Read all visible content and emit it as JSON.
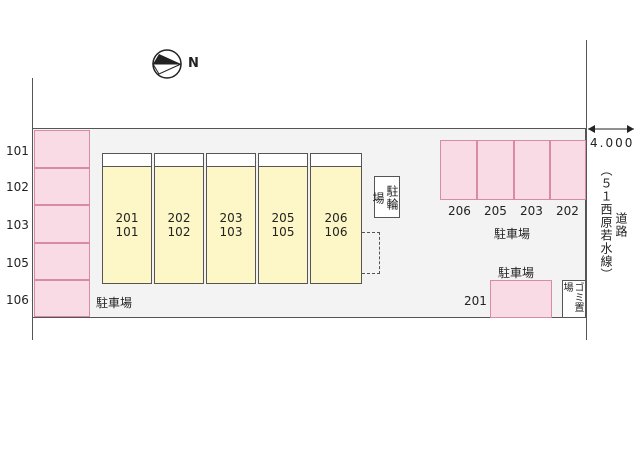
{
  "compass": {
    "north_label": "N",
    "icon": "north-arrow-icon"
  },
  "left_rooms": [
    "101",
    "102",
    "103",
    "105",
    "106"
  ],
  "building_units": [
    {
      "top": "201",
      "bottom": "101"
    },
    {
      "top": "202",
      "bottom": "102"
    },
    {
      "top": "203",
      "bottom": "103"
    },
    {
      "top": "205",
      "bottom": "105"
    },
    {
      "top": "206",
      "bottom": "106"
    }
  ],
  "bicycle_parking": "駐輪場",
  "right_parking": {
    "labels": [
      "206",
      "205",
      "203",
      "202"
    ],
    "caption": "駐車場"
  },
  "lower_parking": {
    "caption": "駐車場",
    "label": "201"
  },
  "main_parking_caption": "駐車場",
  "garbage": "ゴミ置場",
  "road": {
    "width": "4.000",
    "name": "道路",
    "line": "（５１西原若水線）"
  }
}
